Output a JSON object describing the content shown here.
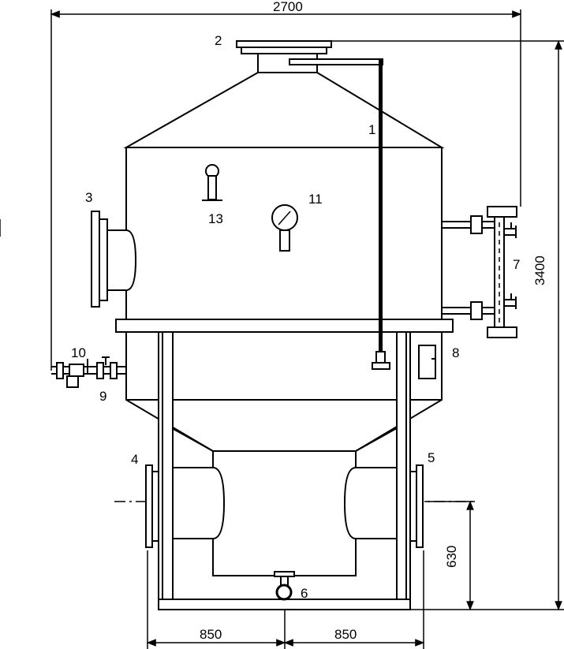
{
  "labels": {
    "l1": "1",
    "l2": "2",
    "l3": "3",
    "l4": "4",
    "l5": "5",
    "l6": "6",
    "l7": "7",
    "l8": "8",
    "l9": "9",
    "l10": "10",
    "l11": "11",
    "l13": "13"
  },
  "dimensions": {
    "overall_width": "2700",
    "overall_height": "3400",
    "nozzle_height": "630",
    "left_offset": "850",
    "right_offset": "850"
  }
}
